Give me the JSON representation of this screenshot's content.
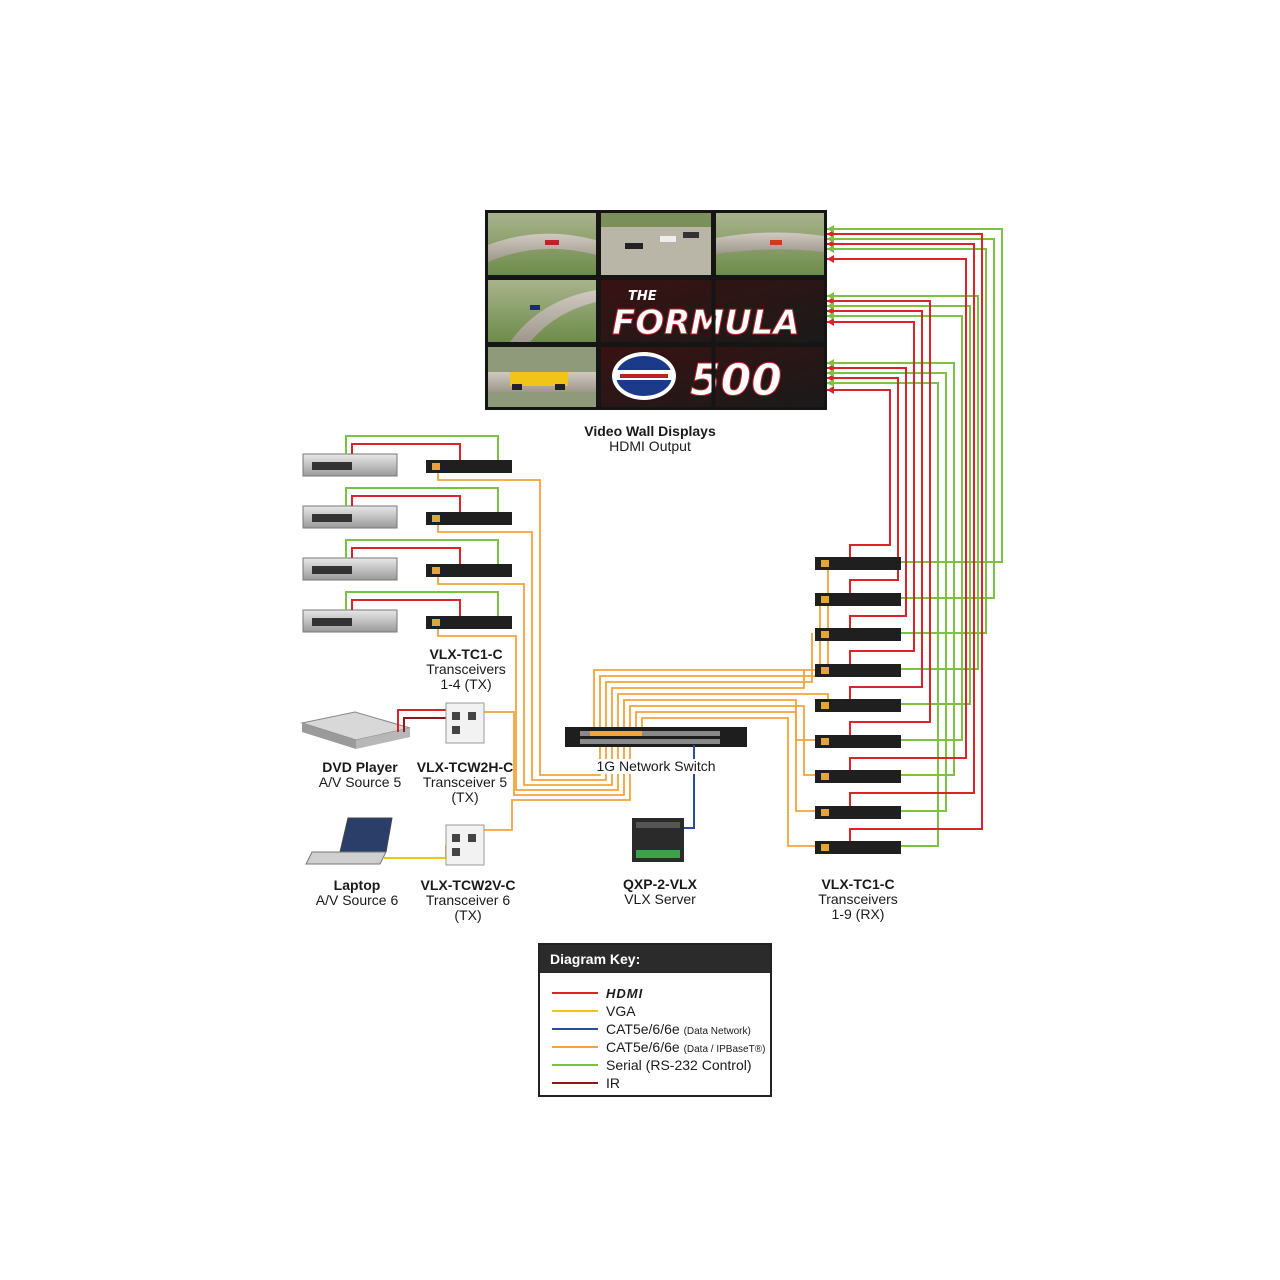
{
  "colors": {
    "hdmi": "#d9252a",
    "vga": "#f2c318",
    "cat_data_network": "#2b4aa0",
    "cat_ipbaset": "#f2a43a",
    "serial": "#7dc142",
    "ir": "#8b1a1a"
  },
  "video_wall": {
    "title": "Video Wall Displays",
    "subtitle": "HDMI Output",
    "logo_line1": "THE",
    "logo_line2": "FORMULA",
    "logo_line3": "500"
  },
  "tx_group": {
    "title": "VLX-TC1-C",
    "line2": "Transceivers",
    "line3": "1-4 (TX)"
  },
  "dvd": {
    "title": "DVD Player",
    "subtitle": "A/V Source 5"
  },
  "tcw2h": {
    "title": "VLX-TCW2H-C",
    "line2": "Transceiver 5",
    "line3": "(TX)"
  },
  "laptop": {
    "title": "Laptop",
    "subtitle": "A/V Source 6"
  },
  "tcw2v": {
    "title": "VLX-TCW2V-C",
    "line2": "Transceiver 6",
    "line3": "(TX)"
  },
  "switch": {
    "label": "1G Network Switch"
  },
  "server": {
    "title": "QXP-2-VLX",
    "subtitle": "VLX Server"
  },
  "rx_group": {
    "title": "VLX-TC1-C",
    "line2": "Transceivers",
    "line3": "1-9 (RX)"
  },
  "key": {
    "title": "Diagram Key:",
    "items": [
      {
        "label": "HDMI",
        "note": "",
        "color": "#d9252a"
      },
      {
        "label": "VGA",
        "note": "",
        "color": "#f2c318"
      },
      {
        "label": "CAT5e/6/6e",
        "note": "(Data Network)",
        "color": "#2b4aa0"
      },
      {
        "label": "CAT5e/6/6e",
        "note": "(Data / IPBaseT®)",
        "color": "#f2a43a"
      },
      {
        "label": "Serial (RS-232 Control)",
        "note": "",
        "color": "#7dc142"
      },
      {
        "label": "IR",
        "note": "",
        "color": "#8b1a1a"
      }
    ]
  }
}
